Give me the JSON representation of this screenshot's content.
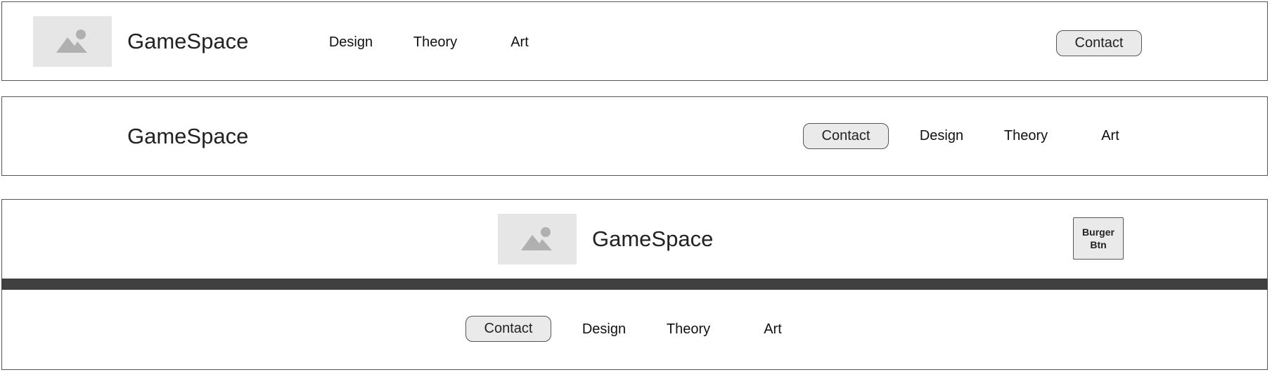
{
  "variants": {
    "desktop_with_logo": {
      "brand": "GameSpace",
      "nav": [
        "Design",
        "Theory",
        "Art"
      ],
      "contact_label": "Contact"
    },
    "desktop_no_logo": {
      "brand": "GameSpace",
      "contact_label": "Contact",
      "nav": [
        "Design",
        "Theory",
        "Art"
      ]
    },
    "mobile": {
      "brand": "GameSpace",
      "burger_line1": "Burger",
      "burger_line2": "Btn",
      "menu_contact_label": "Contact",
      "menu_nav": [
        "Design",
        "Theory",
        "Art"
      ]
    }
  },
  "colors": {
    "placeholder_bg": "#e6e6e6",
    "placeholder_icon": "#b0b0b0",
    "button_bg": "#eaeaea",
    "border": "#555555",
    "divider": "#404040"
  },
  "icons": {
    "image_placeholder": "image-icon"
  }
}
